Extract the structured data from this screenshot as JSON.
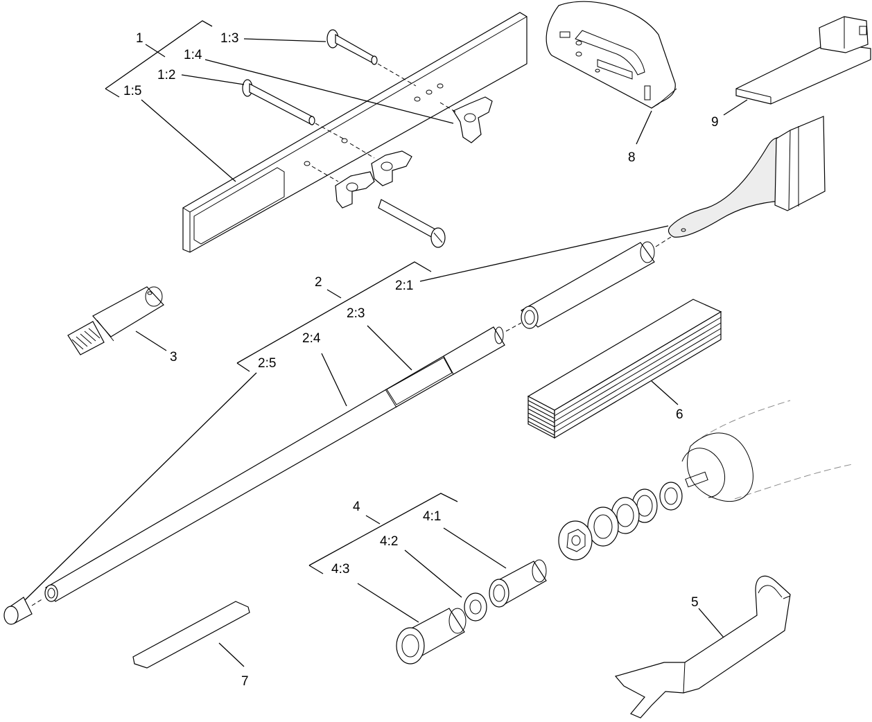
{
  "callouts": {
    "c1": "1",
    "c1_3": "1:3",
    "c1_4": "1:4",
    "c1_2": "1:2",
    "c1_5": "1:5",
    "c2": "2",
    "c2_1": "2:1",
    "c2_3": "2:3",
    "c2_4": "2:4",
    "c2_5": "2:5",
    "c3": "3",
    "c4": "4",
    "c4_1": "4:1",
    "c4_2": "4:2",
    "c4_3": "4:3",
    "c5": "5",
    "c6": "6",
    "c7": "7",
    "c8": "8",
    "c9": "9"
  }
}
